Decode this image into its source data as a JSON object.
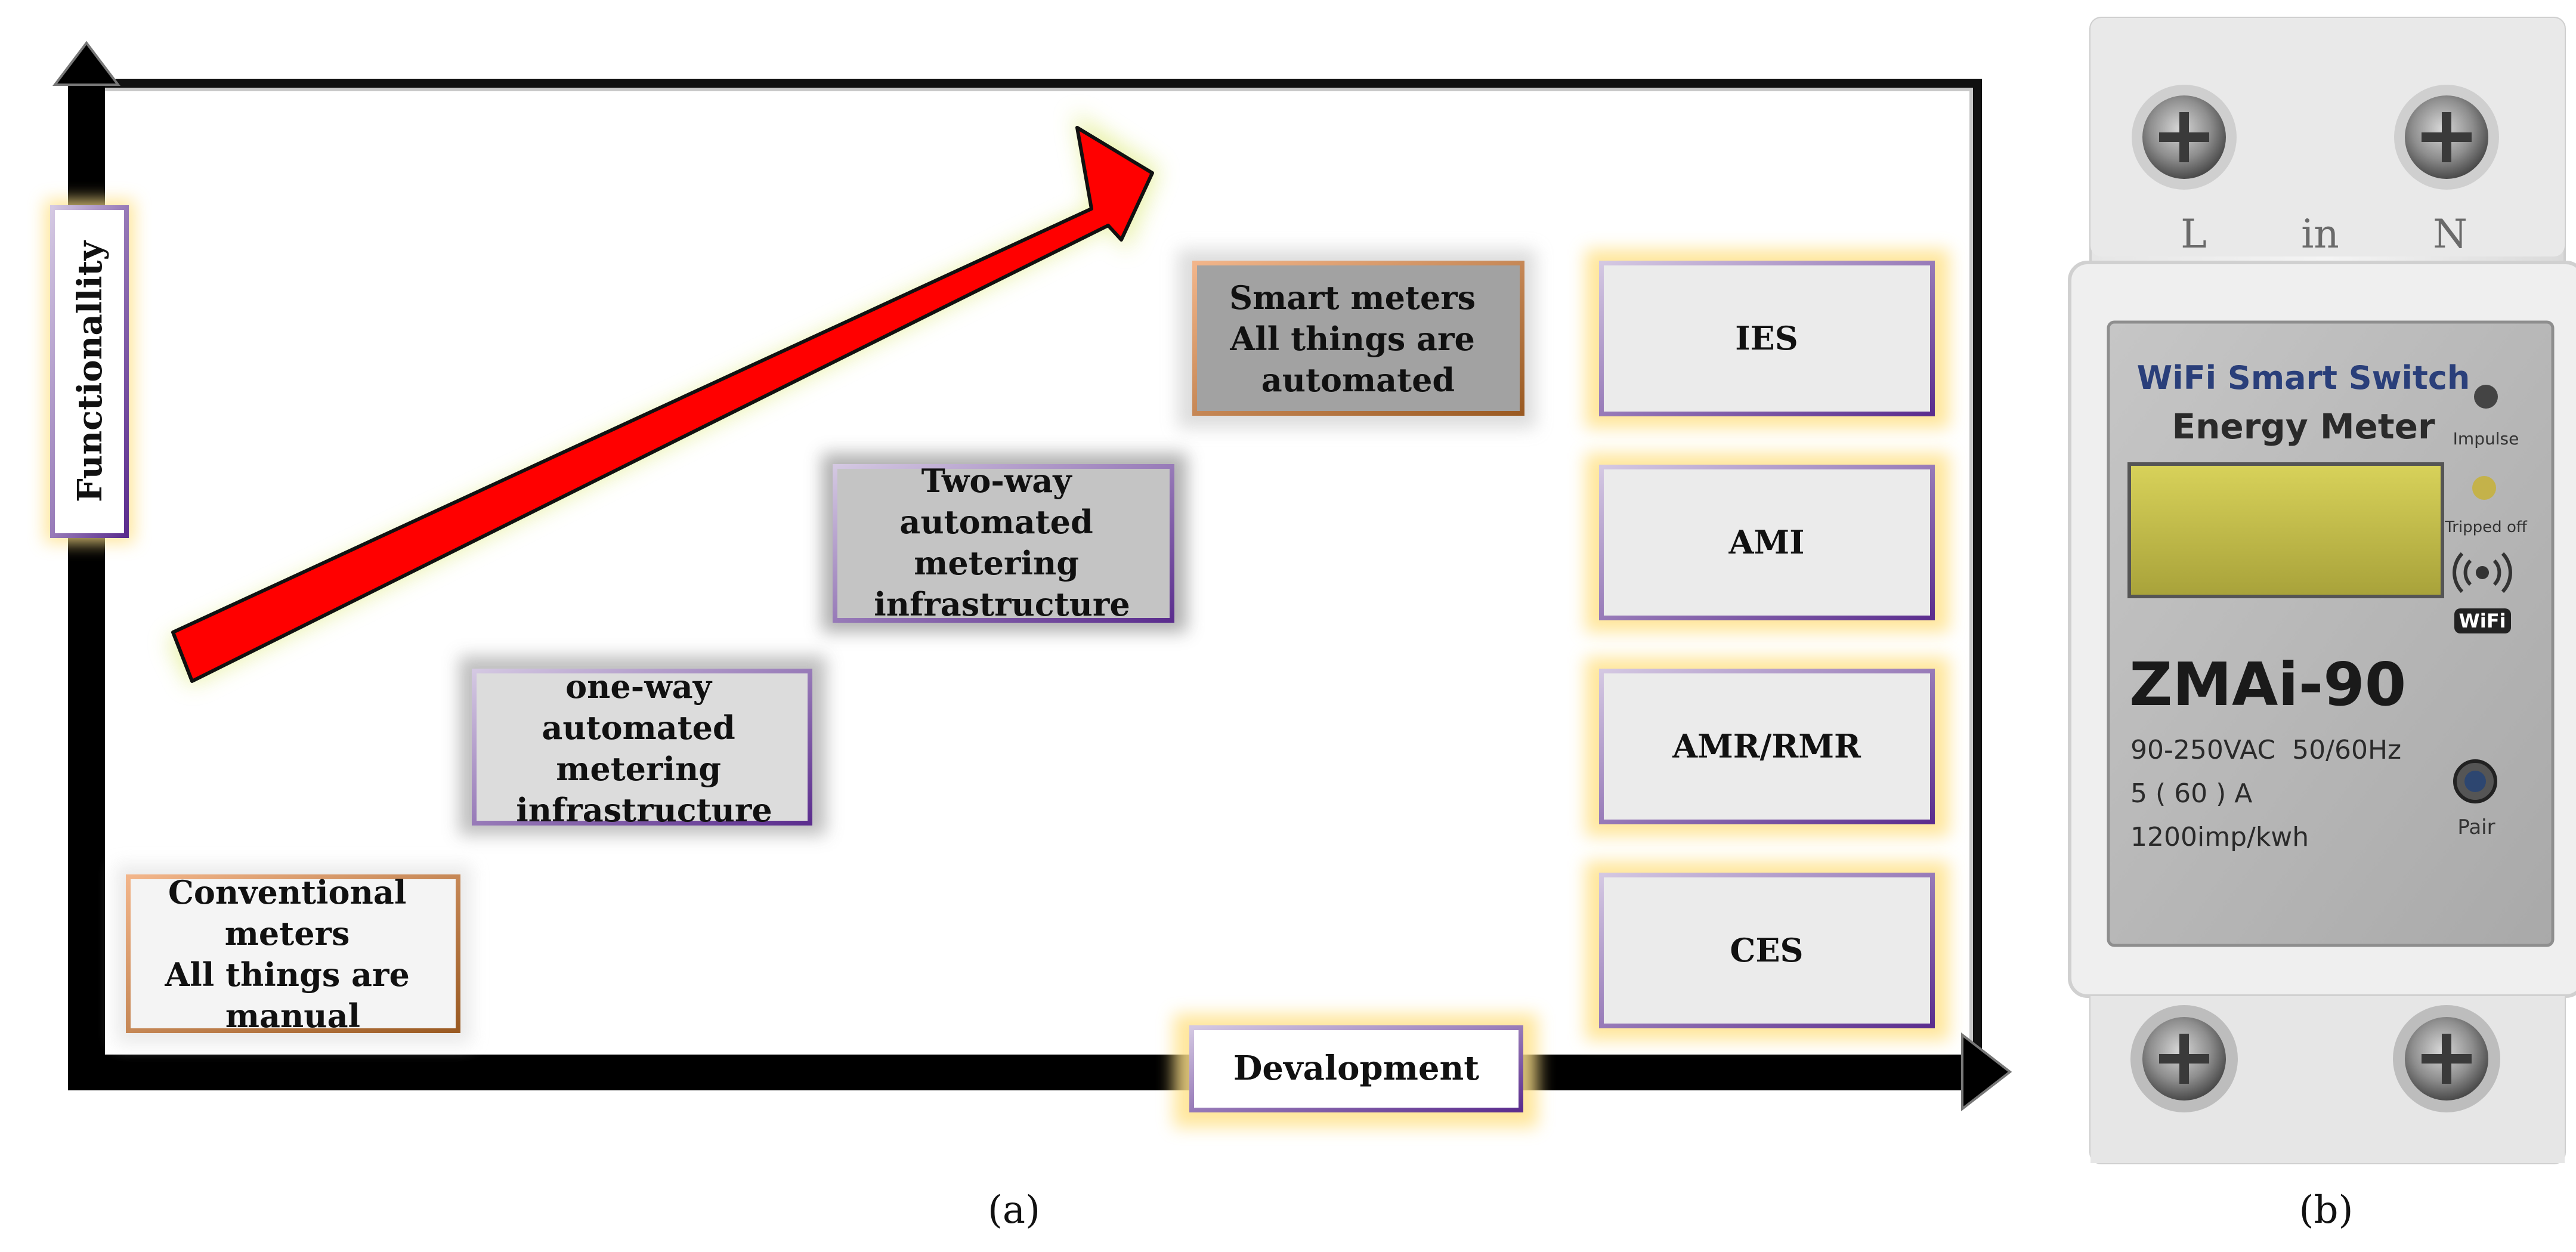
{
  "panel_a": {
    "y_axis_label": "Functionallity",
    "x_axis_label": "Devalopment",
    "stages": [
      {
        "lines": [
          "Conventional",
          "meters",
          "All things are",
          "manual"
        ]
      },
      {
        "lines": [
          "one-way",
          "automated",
          "metering",
          "infrastructure"
        ]
      },
      {
        "lines": [
          "Two-way",
          "automated",
          "metering",
          "infrastructure"
        ]
      },
      {
        "lines": [
          "Smart meters",
          "All things are",
          "automated"
        ]
      }
    ],
    "systems": [
      "IES",
      "AMI",
      "AMR/RMR",
      "CES"
    ],
    "caption": "(a)"
  },
  "panel_b": {
    "caption": "(b)",
    "terminals": {
      "left": "L",
      "middle": "in",
      "right": "N"
    },
    "device": {
      "title_line1": "WiFi Smart Switch",
      "title_line2": "Energy Meter",
      "impulse_label": "Impulse",
      "tripped_label": "Tripped off",
      "wifi_badge": "WiFi",
      "model": "ZMAi-90",
      "spec_voltage": "90-250VAC  50/60Hz",
      "spec_current": "5 ( 60 ) A",
      "spec_rate": "1200imp/kwh",
      "pair_label": "Pair"
    }
  },
  "colors": {
    "arrow": "#ff0000",
    "frame": "#000000",
    "box_glow": "#ffe9a8",
    "box_border_purple": "#6a3d9a",
    "box_border_orange": "#c07830"
  }
}
